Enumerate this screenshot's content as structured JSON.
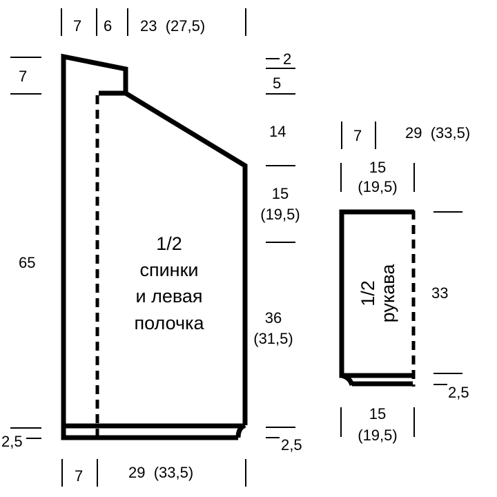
{
  "back_piece": {
    "title": [
      "1/2",
      "спинки",
      "и левая",
      "полочка"
    ],
    "top_widths": [
      "7",
      "6",
      "23  (27,5)"
    ],
    "left_heights": {
      "shoulder": "7",
      "total": "65",
      "rib": "2,5"
    },
    "right_heights": {
      "shoulder_top": "2",
      "shoulder": "5",
      "neck": "14",
      "upper": "15",
      "upper_alt": "(19,5)",
      "lower": "36",
      "lower_alt": "(31,5)",
      "rib": "2,5"
    },
    "bottom_widths": [
      "7",
      "29  (33,5)"
    ]
  },
  "sleeve": {
    "title": [
      "1/2",
      "рукава"
    ],
    "top_widths": [
      "7",
      "29  (33,5)"
    ],
    "top_width": "15",
    "top_width_alt": "(19,5)",
    "height": "33",
    "rib": "2,5",
    "bottom_width": "15",
    "bottom_width_alt": "(19,5)"
  }
}
